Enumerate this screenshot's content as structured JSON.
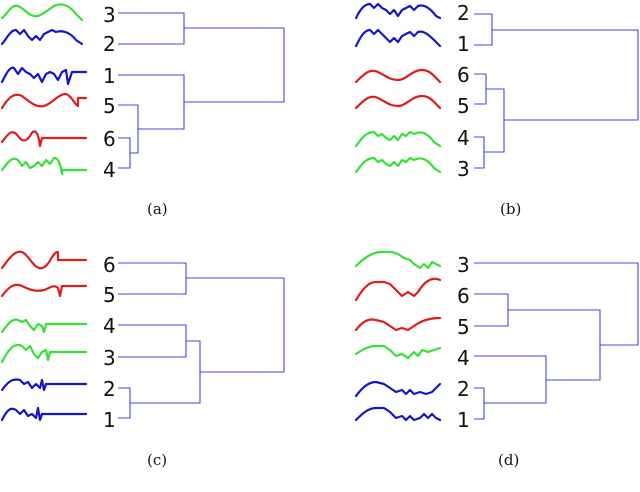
{
  "colors": {
    "green": "#33e233",
    "red": "#e01c1c",
    "blue": "#1414c8",
    "dendrogram": "#4444dd"
  },
  "panels": [
    {
      "caption": "(a)",
      "leaves": [
        {
          "label": "3",
          "color": "green"
        },
        {
          "label": "2",
          "color": "blue"
        },
        {
          "label": "1",
          "color": "blue"
        },
        {
          "label": "5",
          "color": "red"
        },
        {
          "label": "6",
          "color": "red"
        },
        {
          "label": "4",
          "color": "green"
        }
      ]
    },
    {
      "caption": "(b)",
      "leaves": [
        {
          "label": "2",
          "color": "blue"
        },
        {
          "label": "1",
          "color": "blue"
        },
        {
          "label": "6",
          "color": "red"
        },
        {
          "label": "5",
          "color": "red"
        },
        {
          "label": "4",
          "color": "green"
        },
        {
          "label": "3",
          "color": "green"
        }
      ]
    },
    {
      "caption": "(c)",
      "leaves": [
        {
          "label": "6",
          "color": "red"
        },
        {
          "label": "5",
          "color": "red"
        },
        {
          "label": "4",
          "color": "green"
        },
        {
          "label": "3",
          "color": "green"
        },
        {
          "label": "2",
          "color": "blue"
        },
        {
          "label": "1",
          "color": "blue"
        }
      ]
    },
    {
      "caption": "(d)",
      "leaves": [
        {
          "label": "3",
          "color": "green"
        },
        {
          "label": "6",
          "color": "red"
        },
        {
          "label": "5",
          "color": "red"
        },
        {
          "label": "4",
          "color": "green"
        },
        {
          "label": "2",
          "color": "blue"
        },
        {
          "label": "1",
          "color": "blue"
        }
      ]
    }
  ]
}
